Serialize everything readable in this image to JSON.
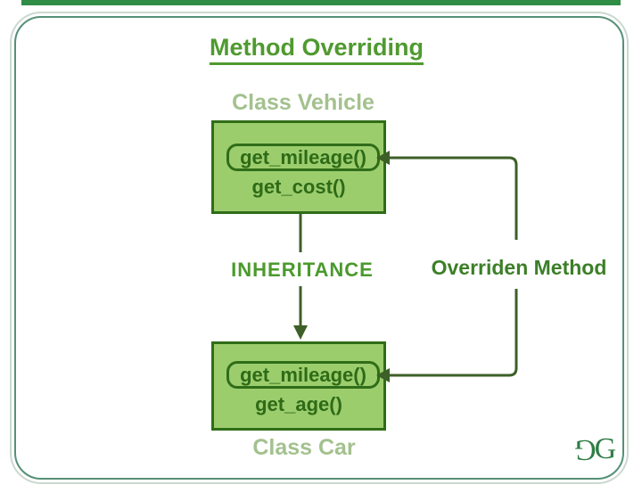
{
  "title": "Method Overriding",
  "classes": {
    "vehicle": {
      "label": "Class Vehicle",
      "overridden_method": "get_mileage()",
      "other_method": "get_cost()"
    },
    "car": {
      "label": "Class Car",
      "overridden_method": "get_mileage()",
      "other_method": "get_age()"
    }
  },
  "labels": {
    "inheritance": "INHERITANCE",
    "overridden": "Overriden Method"
  },
  "logo": {
    "left_glyph": "G",
    "right_glyph": "G"
  },
  "colors": {
    "title_green": "#4f9a2f",
    "class_label_green": "#a3c18e",
    "box_fill": "#9ccd6d",
    "box_border": "#2f6d18",
    "method_text": "#2e6b17",
    "inheritance_text": "#4a9a2c",
    "overridden_text": "#3c7f28",
    "connector": "#3d5f28",
    "frame_border": "#569079",
    "top_bar": "#2f8d46",
    "logo_green": "#2e7d46"
  }
}
